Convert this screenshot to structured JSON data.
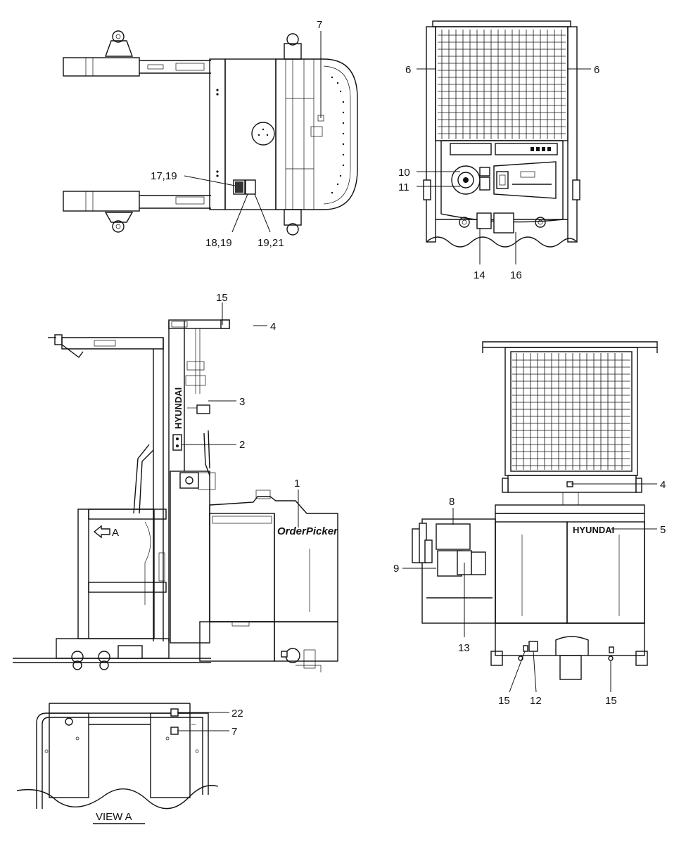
{
  "callouts": {
    "c1": "1",
    "c2": "2",
    "c3": "3",
    "c4a": "4",
    "c4b": "4",
    "c5": "5",
    "c6a": "6",
    "c6b": "6",
    "c7a": "7",
    "c7b": "7",
    "c8": "8",
    "c9": "9",
    "c10": "10",
    "c11": "11",
    "c12": "12",
    "c13": "13",
    "c14": "14",
    "c15a": "15",
    "c15b": "15",
    "c15c": "15",
    "c16": "16",
    "c17": "17,19",
    "c18": "18,19",
    "c19": "19,21",
    "c22": "22"
  },
  "brand_text": "HYUNDAI",
  "model_text": "OrderPicker",
  "view_arrow_label": "A",
  "view_title": "VIEW A"
}
